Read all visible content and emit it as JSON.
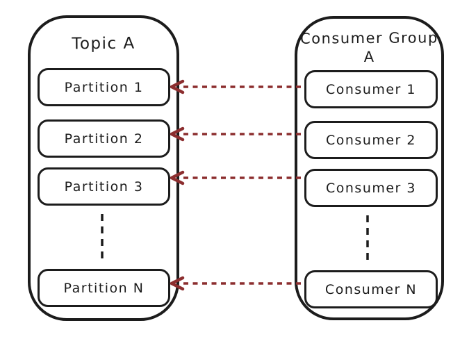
{
  "diagram": {
    "topic_container": {
      "title": "Topic A",
      "boxes": [
        "Partition 1",
        "Partition 2",
        "Partition 3",
        "Partition N"
      ]
    },
    "consumer_container": {
      "title_line1": "Consumer Group",
      "title_line2": "A",
      "boxes": [
        "Consumer 1",
        "Consumer 2",
        "Consumer 3",
        "Consumer N"
      ]
    },
    "colors": {
      "stroke": "#1c1c1c",
      "arrow": "#8c2e2f",
      "background": "#ffffff"
    }
  }
}
